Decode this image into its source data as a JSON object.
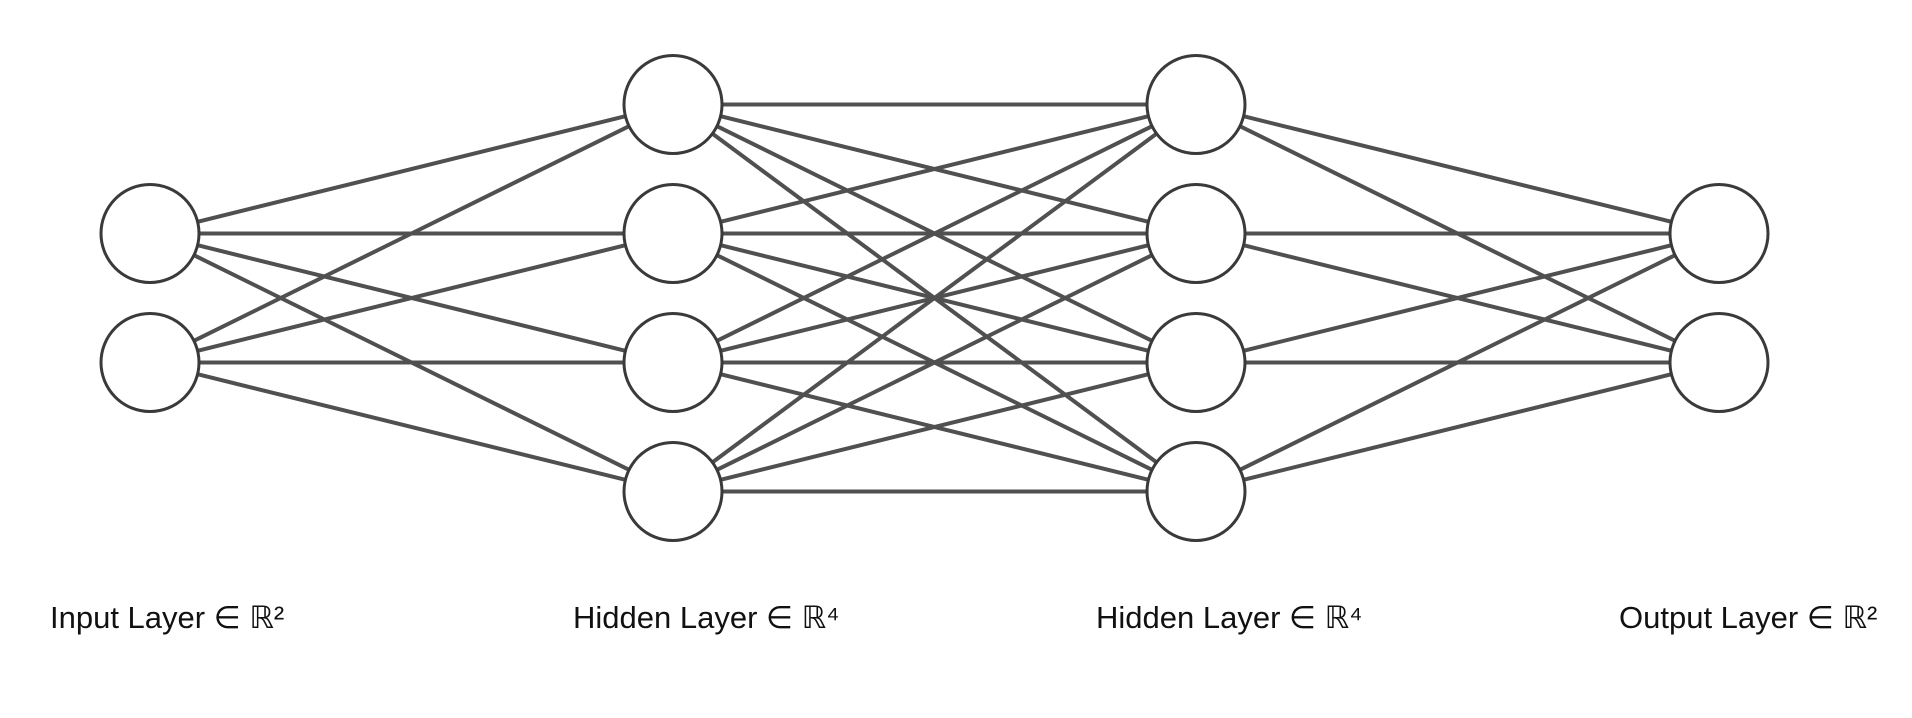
{
  "diagram": {
    "type": "fully-connected-neural-network",
    "colors": {
      "edge": "#505050",
      "node_stroke": "#3a3a3a",
      "node_fill": "#ffffff",
      "label": "#111111"
    },
    "layers": [
      {
        "label": "Input Layer ∈ ℝ²",
        "units": 2
      },
      {
        "label": "Hidden Layer ∈ ℝ⁴",
        "units": 4
      },
      {
        "label": "Hidden Layer ∈ ℝ⁴",
        "units": 4
      },
      {
        "label": "Output Layer ∈ ℝ²",
        "units": 2
      }
    ]
  }
}
